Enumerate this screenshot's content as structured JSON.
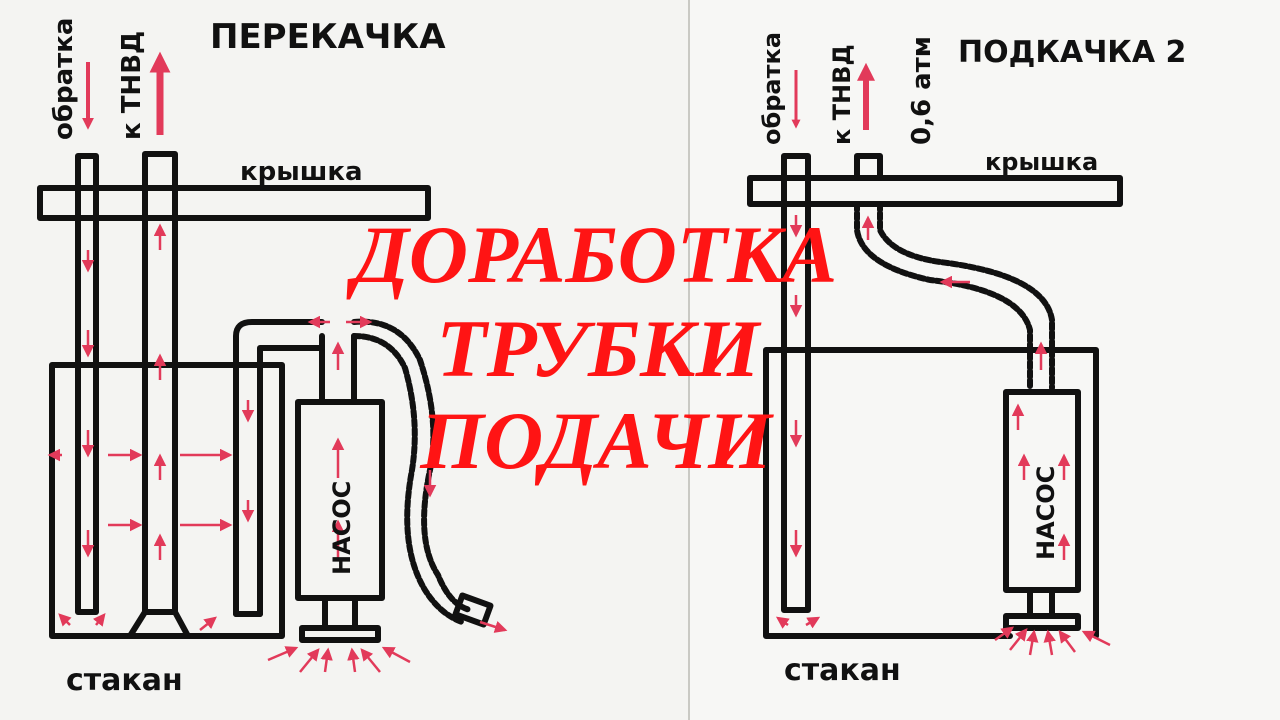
{
  "left_sheet": {
    "title": "ПЕРЕКАЧКА",
    "return_label": "обратка",
    "to_pump_label": "к ТНВД",
    "lid_label": "крышка",
    "pump_label": "НАСОС",
    "cup_label": "стакан"
  },
  "right_sheet": {
    "title": "ПОДКАЧКА 2",
    "return_label": "обратка",
    "to_pump_label": "к ТНВД",
    "pressure_label": "0,6 атм",
    "lid_label": "крышка",
    "pump_label": "НАСОС",
    "cup_label": "стакан"
  },
  "overlay": {
    "line1": "ДОРАБОТКА",
    "line2": "ТРУБКИ",
    "line3": "ПОДАЧИ"
  },
  "colors": {
    "ink": "#111111",
    "arrow": "#e23a5a",
    "overlay": "#ff1414",
    "paper": "#f5f5f3"
  }
}
